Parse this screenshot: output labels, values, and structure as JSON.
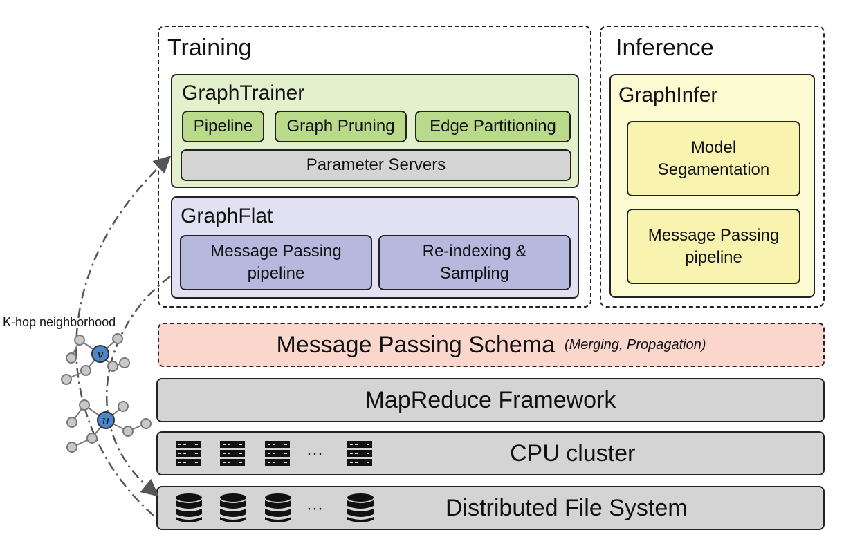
{
  "training": {
    "title": "Training",
    "graph_trainer": {
      "title": "GraphTrainer",
      "pipeline": "Pipeline",
      "graph_pruning": "Graph Pruning",
      "edge_partitioning": "Edge Partitioning",
      "parameter_servers": "Parameter Servers"
    },
    "graph_flat": {
      "title": "GraphFlat",
      "message_passing_line1": "Message Passing",
      "message_passing_line2": "pipeline",
      "reindexing_line1": "Re-indexing &",
      "reindexing_line2": "Sampling"
    }
  },
  "inference": {
    "title": "Inference",
    "graph_infer": {
      "title": "GraphInfer",
      "model_seg_line1": "Model",
      "model_seg_line2": "Segamentation",
      "message_passing_line1": "Message Passing",
      "message_passing_line2": "pipeline"
    }
  },
  "schema": {
    "label": "Message Passing Schema",
    "note": "(Merging, Propagation)"
  },
  "mapreduce": {
    "label": "MapReduce Framework"
  },
  "cpu_cluster": {
    "label": "CPU cluster",
    "ellipsis": "···",
    "icon": "server-icon"
  },
  "dfs": {
    "label": "Distributed File System",
    "ellipsis": "···",
    "icon": "database-icon"
  },
  "khop": {
    "label": "K-hop neighborhood",
    "node_v": "v",
    "node_u": "u"
  },
  "colors": {
    "green_light": "#e2f0cb",
    "green_dark": "#b9da8a",
    "lavender_light": "#e2e1f3",
    "lavender_dark": "#b7b8de",
    "yellow_light": "#fcfad0",
    "yellow_dark": "#f8f4b0",
    "pink": "#fad6cd",
    "gray": "#d4d4d4",
    "node_blue": "#4a86c8",
    "node_gray": "#c8c8c8"
  }
}
